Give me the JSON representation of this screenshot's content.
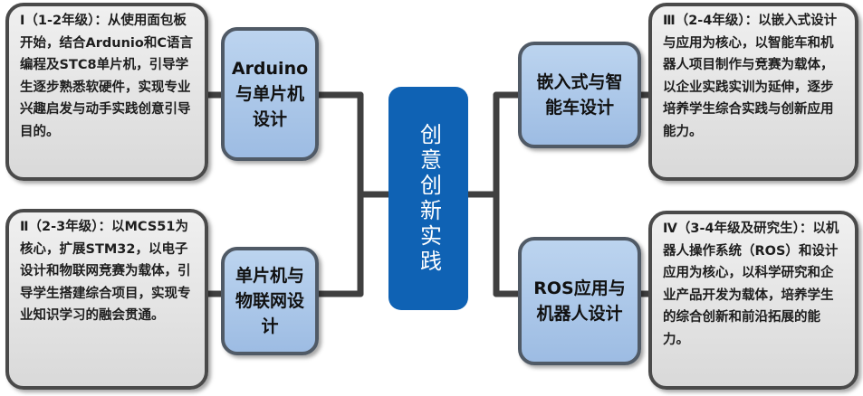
{
  "center": {
    "title": "创意创新实践"
  },
  "branches": [
    {
      "title": "Arduino与单片机设计",
      "description": "Ⅰ（1-2年级）：从使用面包板开始，结合Ardunio和C语言编程及STC8单片机，引导学生逐步熟悉软硬件，实现专业兴趣启发与动手实践创意引导目的。"
    },
    {
      "title": "单片机与物联网设计",
      "description": "Ⅱ（2-3年级）：以MCS51为核心，扩展STM32，以电子设计和物联网竞赛为载体，引导学生搭建综合项目，实现专业知识学习的融会贯通。"
    },
    {
      "title": "嵌入式与智能车设计",
      "description": "Ⅲ（2-4年级）：以嵌入式设计与应用为核心，以智能车和机器人项目制作与竞赛为载体，以企业实践实训为延伸，逐步培养学生综合实践与创新应用能力。"
    },
    {
      "title": "ROS应用与机器人设计",
      "description": "Ⅳ（3-4年级及研究生）：以机器人操作系统（ROS）和设计应用为核心，以科学研究和企业产品开发为载体，培养学生的综合创新和前沿拓展的能力。"
    }
  ]
}
